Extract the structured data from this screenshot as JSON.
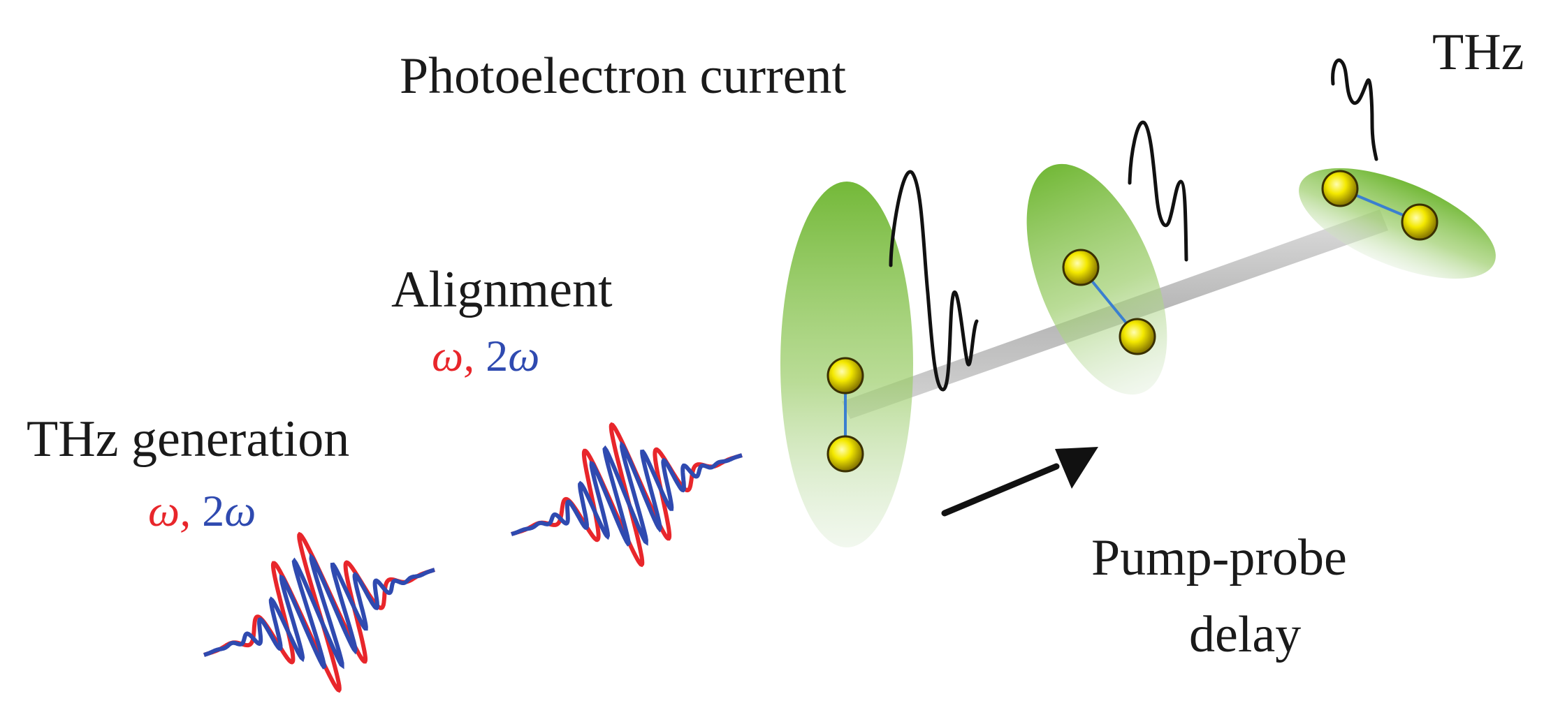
{
  "labels": {
    "photoelectron_current": "Photoelectron current",
    "thz_top": "THz",
    "alignment": "Alignment",
    "thz_generation": "THz generation",
    "pump_probe_line1": "Pump-probe",
    "pump_probe_line2": "delay"
  },
  "frequencies": {
    "alignment": {
      "omega": "ω,",
      "two": "2",
      "omega2": "ω"
    },
    "thz_generation": {
      "omega": "ω,",
      "two": "2",
      "omega2": "ω"
    }
  },
  "colors": {
    "omega": "#e8262b",
    "two_omega": "#2f4ab0",
    "ellipse_green": "#7cc242",
    "atom_yellow": "#f4e900",
    "bond": "#3a7fd0",
    "rod": "#b5b5b5",
    "thz_pulse": "#111111",
    "arrow": "#111111"
  }
}
